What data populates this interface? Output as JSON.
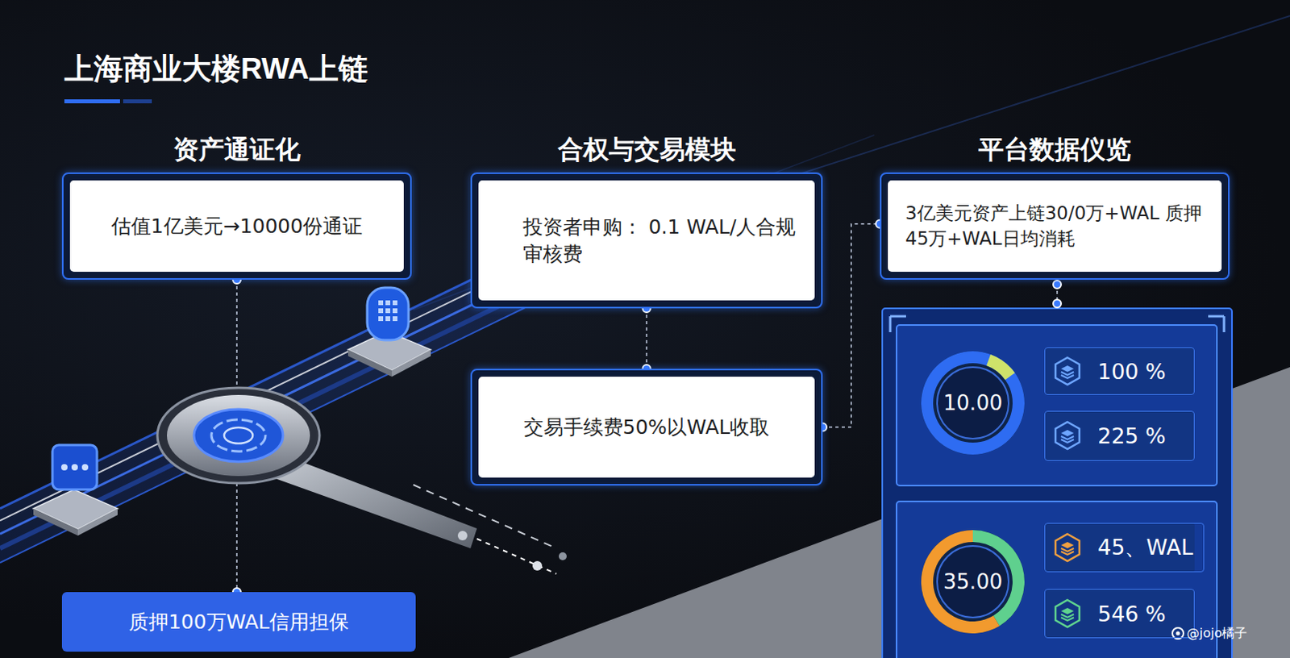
{
  "diagram": {
    "title": "上海商业大楼RWA上链",
    "nodes": [
      {
        "text": [
          "资产通证化",
          "估值1亿美元→10000份通证"
        ]
      },
      {
        "text": [
          "质押100万WAL信用担保"
        ]
      },
      {
        "text": [
          "合权与交易模块",
          "投资者申购： 0.1 WAL/人合规审核费"
        ]
      },
      {
        "text": [
          "交易手续费50%以WAL收取"
        ]
      },
      {
        "text": [
          "平台数据仪览",
          "3亿美元资产上链30/0万+WAL 质押45万+WAL日均消耗"
        ]
      },
      {
        "text": [
          "10.00"
        ]
      },
      {
        "text": [
          "100 %"
        ]
      },
      {
        "text": [
          "225 %"
        ]
      },
      {
        "text": [
          "35.00"
        ]
      },
      {
        "text": [
          "45、WAL"
        ]
      },
      {
        "text": [
          "546 %"
        ]
      }
    ],
    "edges": [
      {
        "from": 0,
        "to": 1,
        "arrow": "none"
      },
      {
        "from": 2,
        "to": 3,
        "arrow": "none"
      },
      {
        "from": 3,
        "to": 4,
        "arrow": "none"
      }
    ],
    "labels": [
      "@jojo橘子"
    ]
  }
}
